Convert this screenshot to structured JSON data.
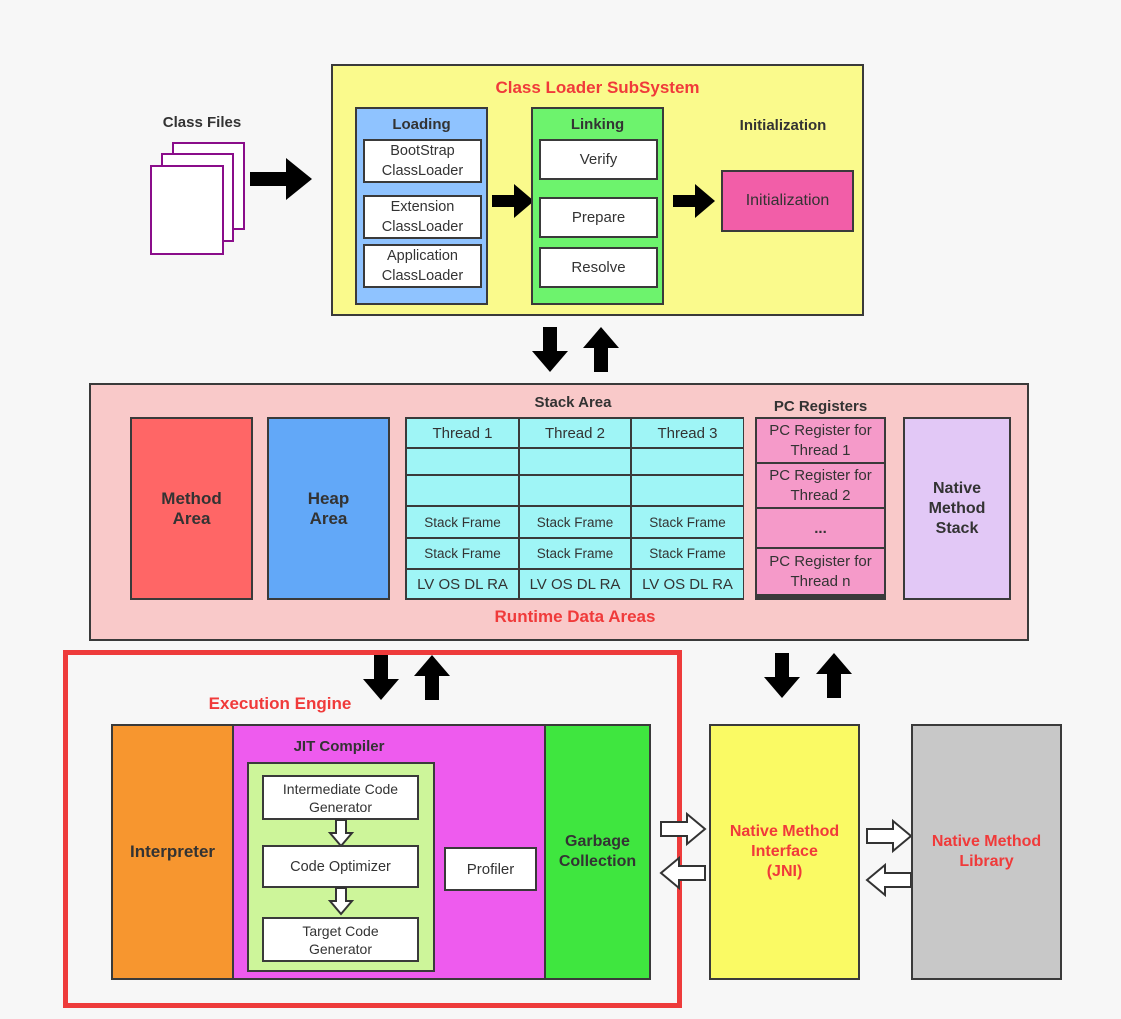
{
  "class_files": {
    "label": "Class Files"
  },
  "class_loader": {
    "title": "Class Loader SubSystem",
    "loading": {
      "title": "Loading",
      "items": [
        "BootStrap\nClassLoader",
        "Extension\nClassLoader",
        "Application\nClassLoader"
      ]
    },
    "linking": {
      "title": "Linking",
      "items": [
        "Verify",
        "Prepare",
        "Resolve"
      ]
    },
    "initialization": {
      "title": "Initialization",
      "box": "Initialization"
    }
  },
  "runtime": {
    "title": "Runtime Data Areas",
    "method_area": "Method\nArea",
    "heap_area": "Heap\nArea",
    "stack_area": {
      "title": "Stack Area",
      "threads": [
        "Thread 1",
        "Thread 2",
        "Thread 3"
      ],
      "frame_label": "Stack Frame",
      "locals_label": "LV OS DL RA"
    },
    "pc_registers": {
      "title": "PC Registers",
      "items": [
        "PC Register for\nThread 1",
        "PC Register for\nThread 2",
        "...",
        "PC Register for\nThread n"
      ]
    },
    "native_stack": "Native\nMethod\nStack"
  },
  "execution_engine": {
    "title": "Execution Engine",
    "interpreter": "Interpreter",
    "jit": {
      "title": "JIT Compiler",
      "steps": [
        "Intermediate Code\nGenerator",
        "Code Optimizer",
        "Target Code\nGenerator"
      ],
      "profiler": "Profiler"
    },
    "gc": "Garbage\nCollection"
  },
  "jni": "Native Method\nInterface\n(JNI)",
  "native_lib": "Native Method\nLibrary",
  "colors": {
    "class_loader_bg": "#fafa8c",
    "loading_bg": "#8fc3ff",
    "linking_bg": "#6df36d",
    "init_bg": "#f25ea8",
    "runtime_bg": "#f9c9c9",
    "method_area_bg": "#ff6666",
    "heap_area_bg": "#62a8f8",
    "stack_cell_bg": "#9ff5f6",
    "pc_bg": "#f59ac9",
    "native_stack_bg": "#e2c8f6",
    "interpreter_bg": "#f7962f",
    "jit_bg": "#ee5bee",
    "jit_inner_bg": "#cdf59a",
    "gc_bg": "#3fe63f",
    "jni_bg": "#fafa64",
    "native_lib_bg": "#c8c8c8",
    "highlight_border": "#ee3b3b"
  }
}
